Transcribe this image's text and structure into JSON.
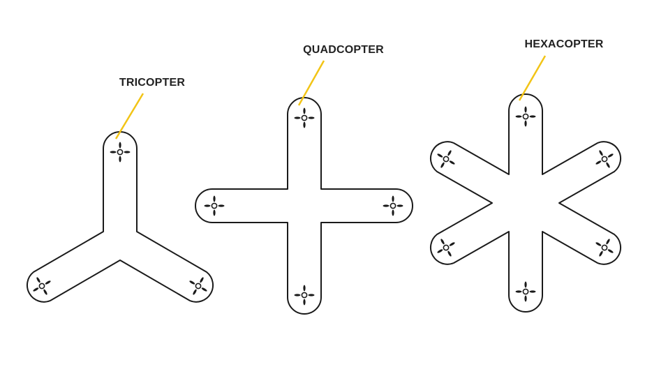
{
  "diagram": {
    "labels": {
      "tricopter": "TRICOPTER",
      "quadcopter": "QUADCOPTER",
      "hexacopter": "HEXACOPTER"
    },
    "colors": {
      "outline": "#1a1a1a",
      "leader_line": "#f2c416",
      "label_text": "#222222",
      "background": "#ffffff"
    },
    "frames": [
      {
        "name": "tricopter",
        "arm_count": 3
      },
      {
        "name": "quadcopter",
        "arm_count": 4
      },
      {
        "name": "hexacopter",
        "arm_count": 6
      }
    ]
  }
}
